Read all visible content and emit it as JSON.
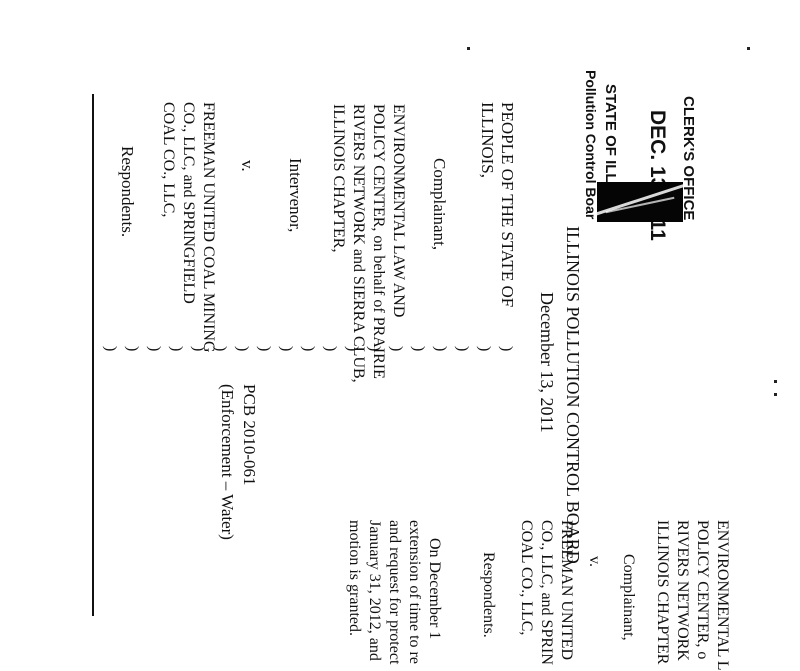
{
  "stamp": {
    "office": "CLERK'S OFFICE",
    "date": "DEC. 13 2011",
    "state": "STATE OF ILL OIS",
    "board": "Pollution Control Boar"
  },
  "header": {
    "title": "ILLINOIS POLLUTION CONTROL BOARD",
    "date": "December 13, 2011"
  },
  "caption": {
    "people_1": "PEOPLE OF THE STATE OF",
    "people_2": "ILLINOIS,",
    "complainant": "Complainant,",
    "intervenor_1": "ENVIRONMENTAL LAW AND",
    "intervenor_2": "POLICY CENTER, on behalf of PRAIRIE",
    "intervenor_3": "RIVERS NETWORK and SIERRA CLUB,",
    "intervenor_4": "ILLINOIS CHAPTER,",
    "intervenor_role": "Intervenor,",
    "versus": "v.",
    "respondent_1": "FREEMAN UNITED COAL MINING",
    "respondent_2": "CO., LLC, and SPRINGFIELD",
    "respondent_3": "COAL CO., LLC,",
    "respondent_role": "Respondents.",
    "paren": ")",
    "case_no": "PCB 2010-061",
    "case_type": "(Enforcement – Water)"
  },
  "overflow": {
    "l1": "ENVIRONMENTAL L",
    "l2": "POLICY CENTER, o",
    "l3": "RIVERS NETWORK",
    "l4": "ILLINOIS CHAPTER",
    "complainant": "Complainant,",
    "versus": "v.",
    "r1": "FREEMAN UNITED",
    "r2": "CO., LLC, and SPRIN",
    "r3": "COAL CO., LLC,",
    "respondents": "Respondents.",
    "p1": "On December 1",
    "p2": "extension of time to re",
    "p3": "and request for protect",
    "p4": "January 31, 2012, and",
    "p5": "motion is granted."
  }
}
